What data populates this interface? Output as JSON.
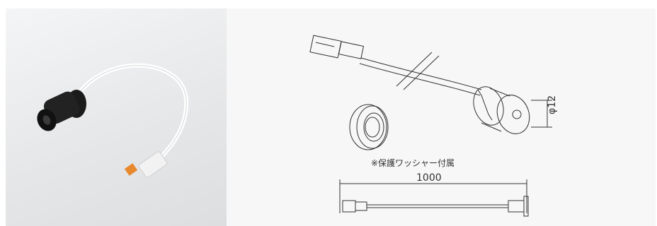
{
  "drawing": {
    "length_label": "1000",
    "diameter_label": "φ12",
    "washer_note": "※保護ワッシャー付属"
  },
  "colors": {
    "photo_bg": "#e4e6e8",
    "drawing_bg": "#f7f7f7",
    "connector_orange": "#e8892e",
    "line": "#333333"
  }
}
